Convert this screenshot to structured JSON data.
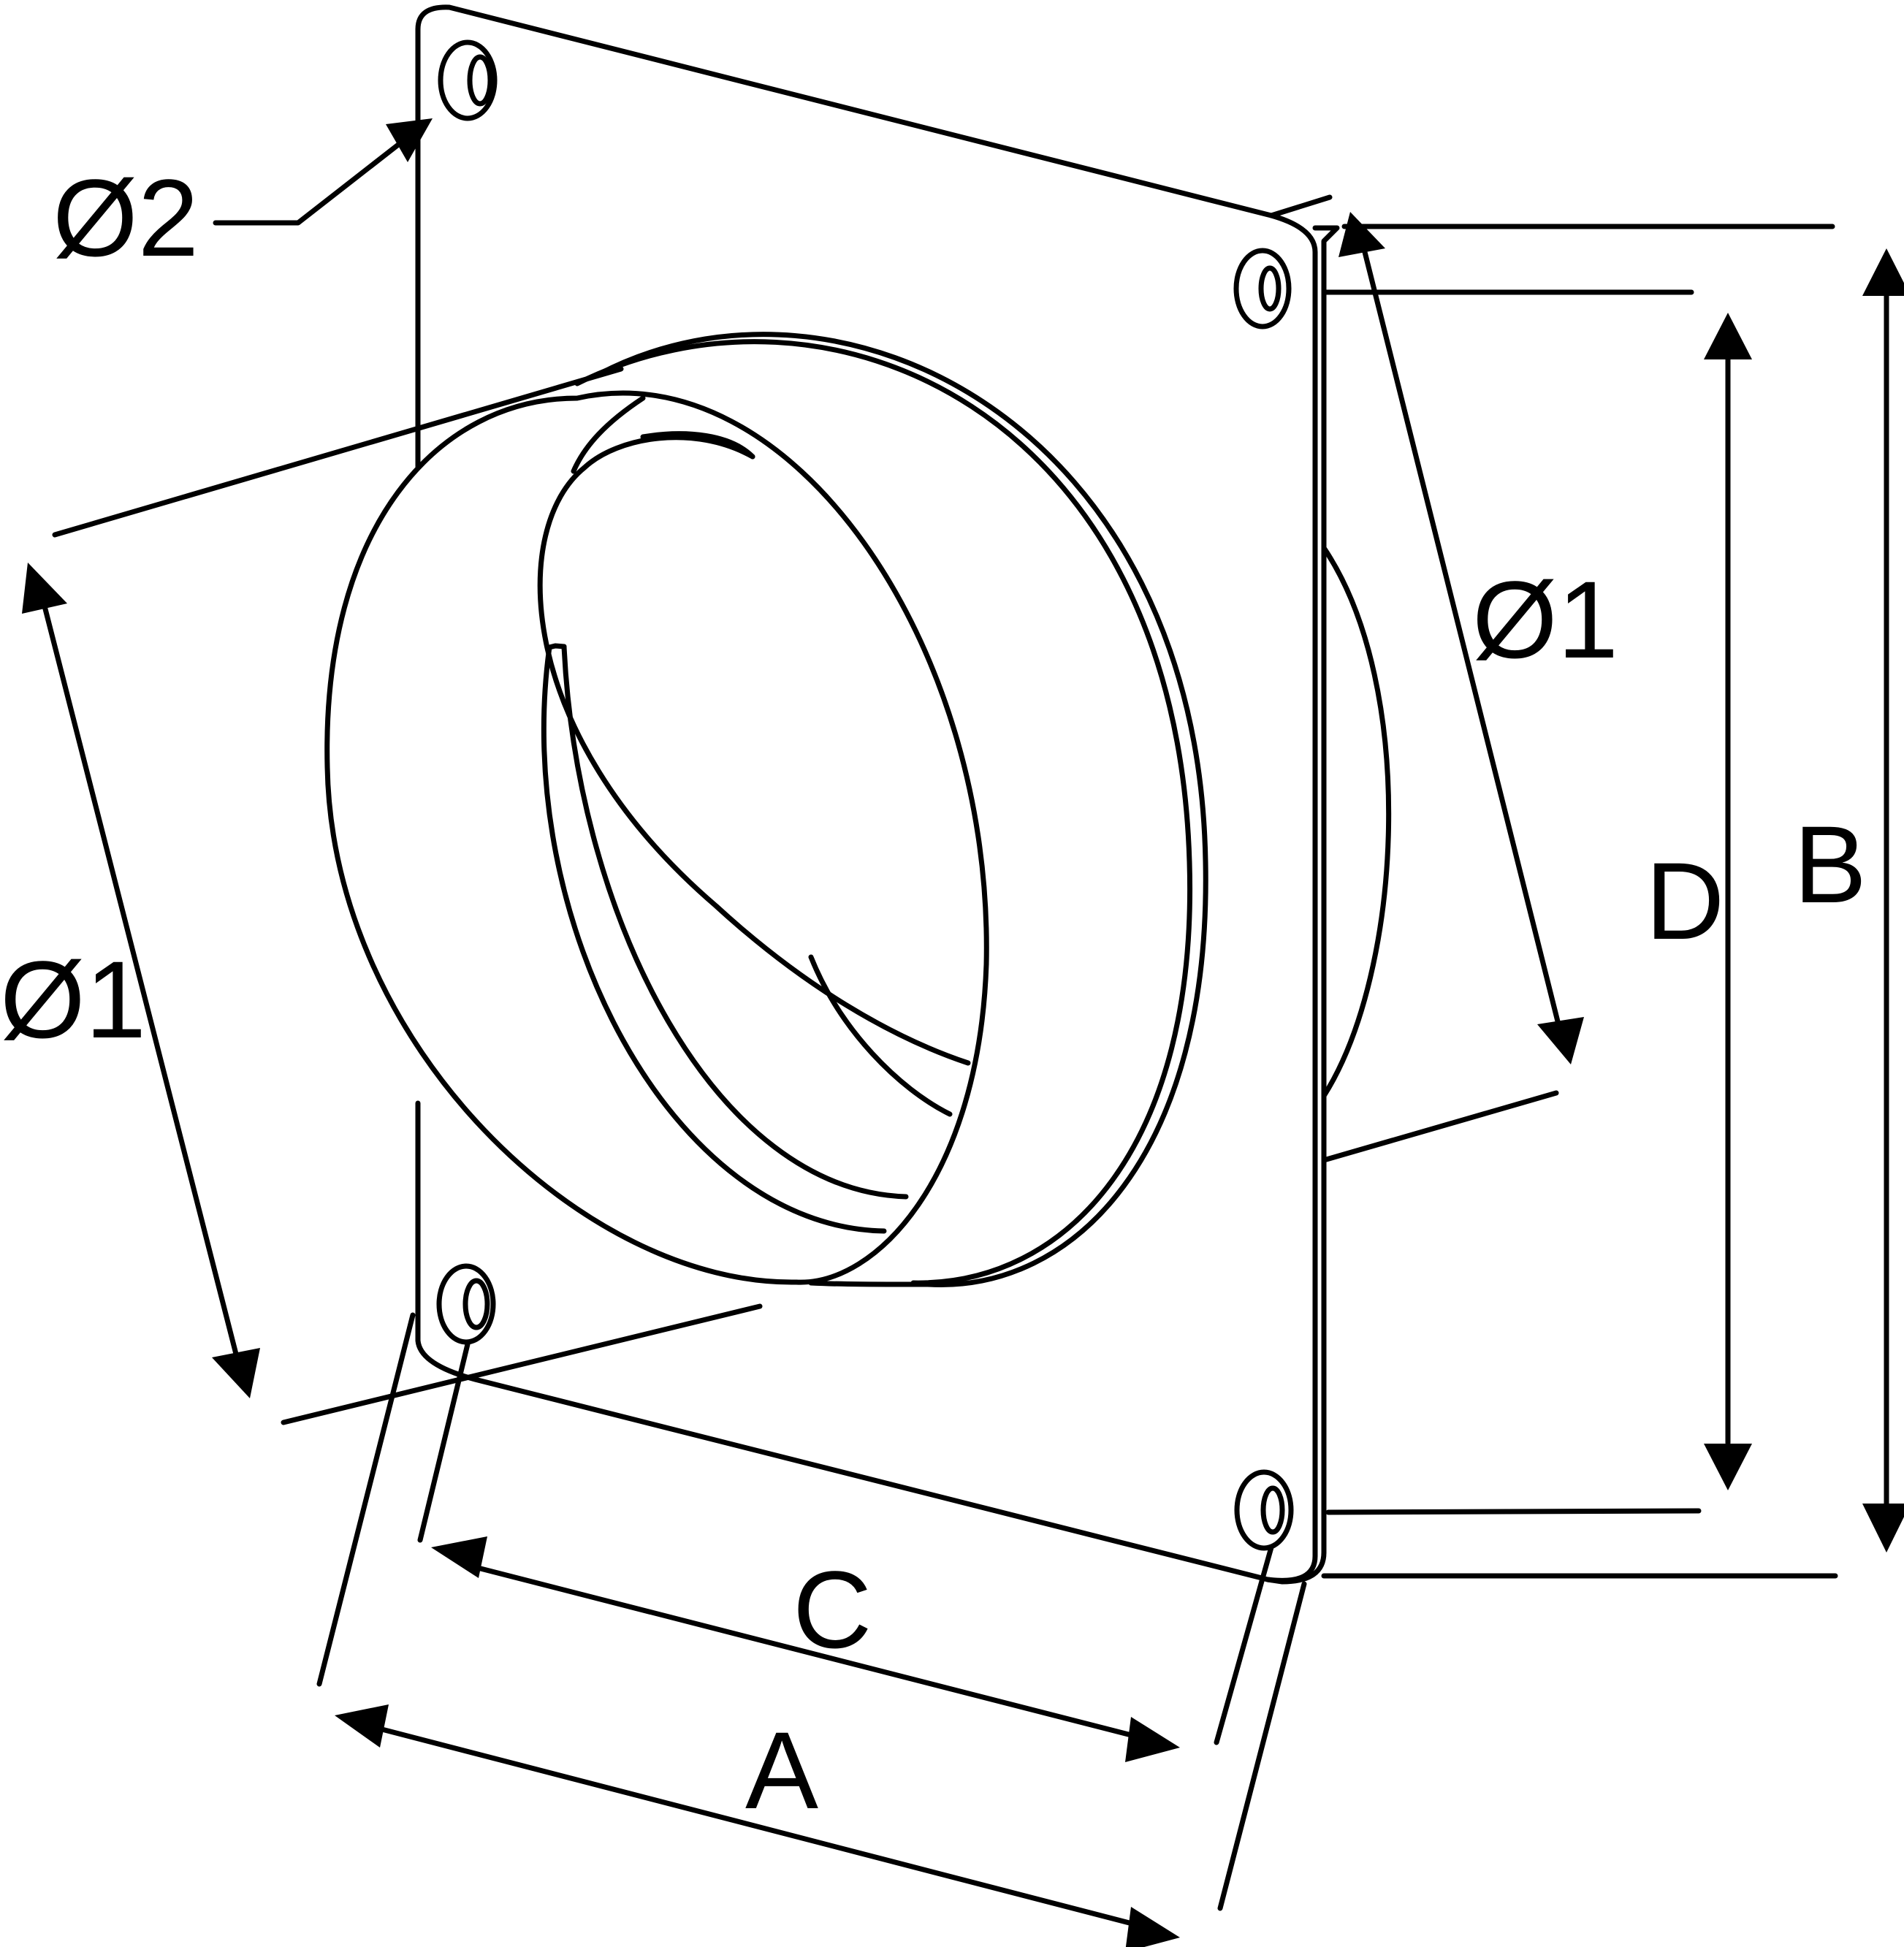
{
  "labels": {
    "diameter_2": "Ø2",
    "diameter_1_left": "Ø1",
    "diameter_1_right": "Ø1",
    "dimension_a": "A",
    "dimension_b": "B",
    "dimension_c": "C",
    "dimension_d": "D"
  },
  "colors": {
    "line": "#000000",
    "background": "#ffffff"
  }
}
